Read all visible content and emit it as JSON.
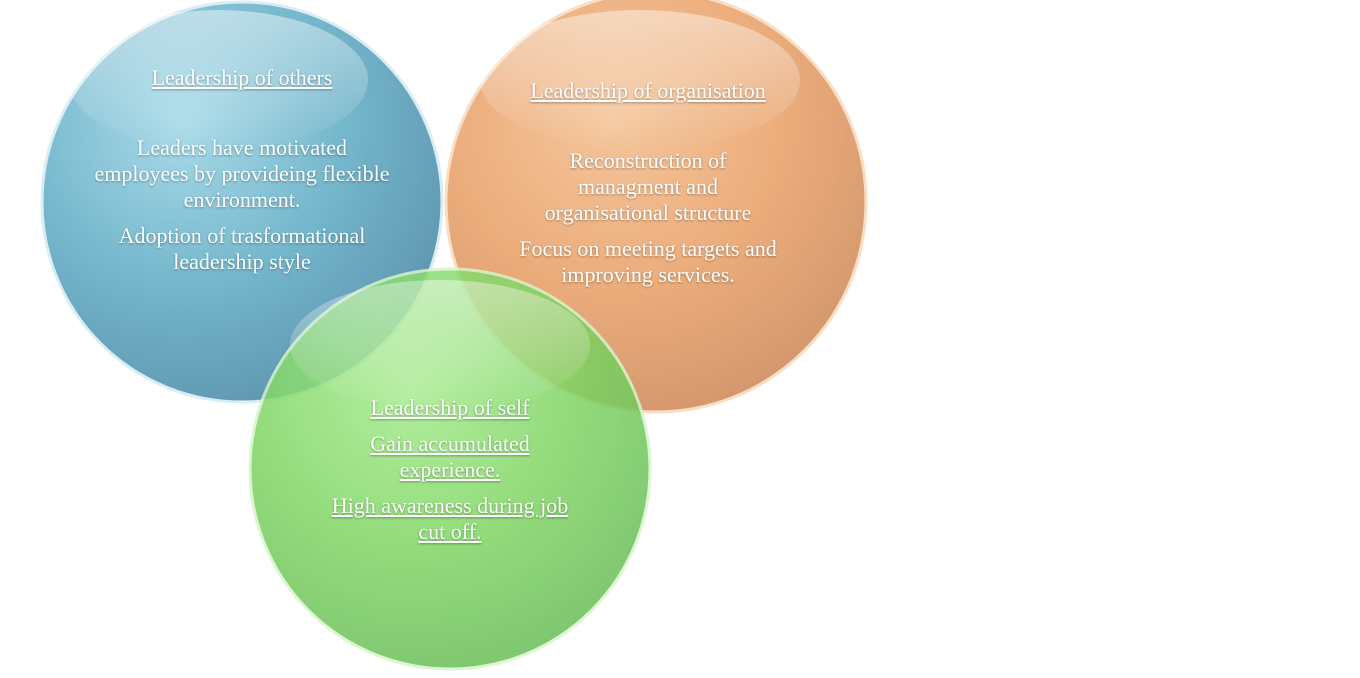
{
  "diagram": {
    "circles": [
      {
        "id": "others",
        "color": "#6fb3c9",
        "title": "Leadership of others",
        "lines": [
          "Leaders have motivated employees by provideing flexible environment.",
          "Adoption of trasformational leadership style"
        ]
      },
      {
        "id": "organisation",
        "color": "#e9a06a",
        "title": "Leadership of organisation",
        "lines": [
          "Reconstruction of managment and organisational structure",
          "Focus on meeting targets and improving services."
        ]
      },
      {
        "id": "self",
        "color": "#77cf63",
        "title": "Leadership of self",
        "lines": [
          "Gain accumulated experience.",
          "High awareness during job cut off."
        ]
      }
    ]
  }
}
